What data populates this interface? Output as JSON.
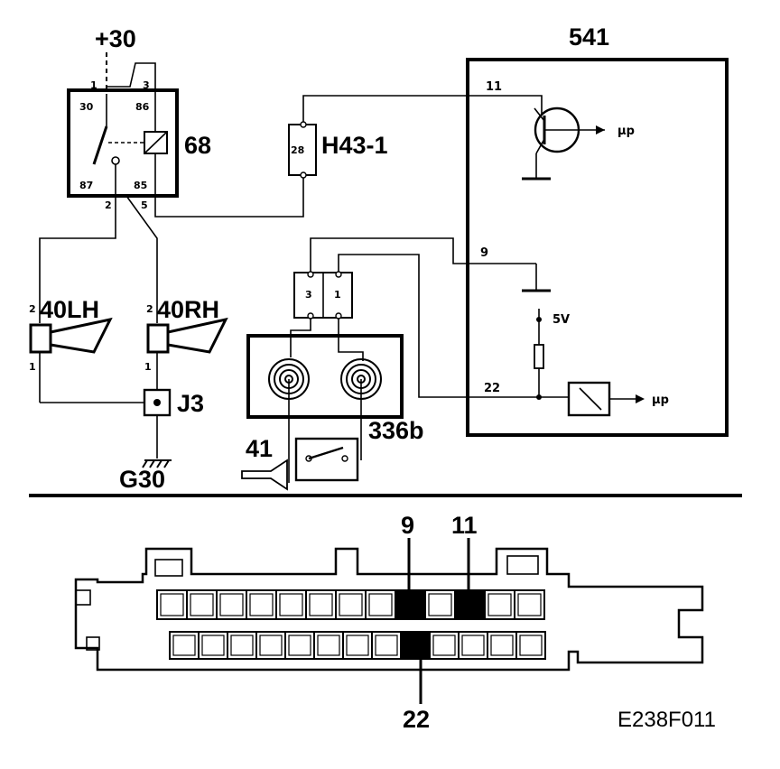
{
  "diagram": {
    "supply_label": "+30",
    "relay": {
      "label": "68",
      "pins": {
        "top_left": "1",
        "top_right": "3",
        "p30": "30",
        "p86": "86",
        "p87": "87",
        "p85": "85",
        "bottom_left": "2",
        "bottom_right": "5"
      }
    },
    "connector_h43": {
      "label": "H43-1",
      "pin": "28"
    },
    "control_unit": {
      "label": "541",
      "pins": {
        "p11": "11",
        "p9": "9",
        "p22": "22"
      },
      "supply": "5V",
      "signal_top": "µp",
      "signal_bottom": "µp"
    },
    "horn_left": {
      "label": "40LH",
      "pin_top": "2",
      "pin_bottom": "1"
    },
    "horn_right": {
      "label": "40RH",
      "pin_top": "2",
      "pin_bottom": "1"
    },
    "junction": {
      "label": "J3"
    },
    "ground": {
      "label": "G30"
    },
    "clock_spring": {
      "label": "336b",
      "pin_left": "3",
      "pin_right": "1"
    },
    "horn_switch": {
      "label": "41"
    },
    "connector_callouts": {
      "pin9": "9",
      "pin11": "11",
      "pin22": "22"
    },
    "figure_code": "E238F011"
  }
}
